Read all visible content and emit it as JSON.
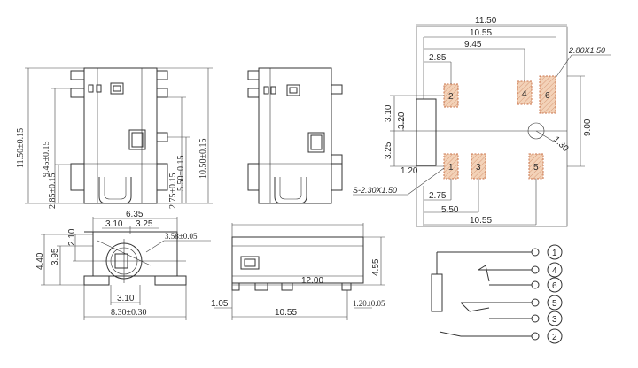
{
  "front_view": {
    "dims": [
      "11.50±0.15",
      "9.45±0.15",
      "2.85±0.15",
      "2.75±0.15",
      "5.50±0.15",
      "10.50±0.15"
    ]
  },
  "footprint": {
    "dims": [
      "11.50",
      "10.55",
      "9.45",
      "2.85",
      "3.10",
      "3.20",
      "3.25",
      "1.20",
      "2.75",
      "5.50",
      "10.55",
      "9.00",
      "1.30"
    ],
    "labels": [
      "2.80X1.50",
      "S-2.30X1.50"
    ],
    "pads": [
      "2",
      "4",
      "6",
      "1",
      "3",
      "5"
    ]
  },
  "bottom_view": {
    "dims": [
      "6.35",
      "3.10",
      "3.25",
      "2.10",
      "3.95",
      "4.40",
      "3.10",
      "8.30±0.30",
      "3.58±0.05"
    ]
  },
  "side_view": {
    "dims": [
      "12.00",
      "4.55",
      "1.05",
      "10.55",
      "1.20±0.05"
    ]
  },
  "schematic": {
    "pins": [
      "1",
      "4",
      "6",
      "5",
      "3",
      "2"
    ]
  }
}
